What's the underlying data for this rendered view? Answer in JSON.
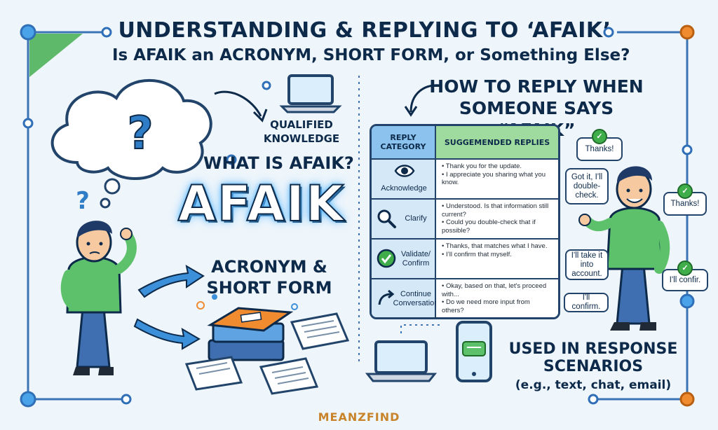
{
  "header": {
    "title": "UNDERSTANDING & REPLYING TO ‘AFAIK’",
    "subtitle": "Is AFAIK an ACRONYM, SHORT FORM, or Something Else?"
  },
  "left": {
    "qualified_knowledge": "QUALIFIED KNOWLEDGE",
    "what_is": "WHAT IS AFAIK?",
    "big_word": "AFAIK",
    "acronym_short_form": "ACRONYM & SHORT FORM"
  },
  "right": {
    "how_to_reply": "HOW TO REPLY WHEN SOMEONE SAYS “AFAIK”",
    "table": {
      "header_category": "REPLY CATEGORY",
      "header_replies": "SUGGEMENDED REPLIES",
      "rows": [
        {
          "category": "Acknowledge",
          "icon": "eye-icon",
          "replies": [
            "Thank you for the update.",
            "I appreciate you sharing what you know."
          ]
        },
        {
          "category": "Clarify",
          "icon": "magnifier-icon",
          "replies": [
            "Understood. Is that information still current?",
            "Could you double-check that if possible?"
          ]
        },
        {
          "category": "Validate/ Confirm",
          "icon": "checkmark-icon",
          "replies": [
            "Thanks, that matches what I have.",
            "I’ll confirm that myself."
          ]
        },
        {
          "category": "Continue Conversation",
          "icon": "curved-arrow-icon",
          "replies": [
            "Okay, based on that, let's proceed with...",
            "Do we need more input from others?"
          ]
        }
      ]
    },
    "bubbles": {
      "thanks_1": "Thanks!",
      "got_it": "Got it, I'll double-check.",
      "thanks_2": "Thanks!",
      "take_it": "I'll take it into account.",
      "confir": "I'll confir.",
      "confirm": "I'll confirm."
    },
    "used_in": "USED IN RESPONSE SCENARIOS",
    "examples": "(e.g., text, chat, email)"
  },
  "footer": {
    "brand": "MEANZFIND"
  },
  "colors": {
    "navy": "#0d2a4a",
    "accent_green": "#3fae4a",
    "accent_blue": "#3c8fd9",
    "brand_orange": "#c8842a",
    "border_dots": "#4a8fd0"
  }
}
